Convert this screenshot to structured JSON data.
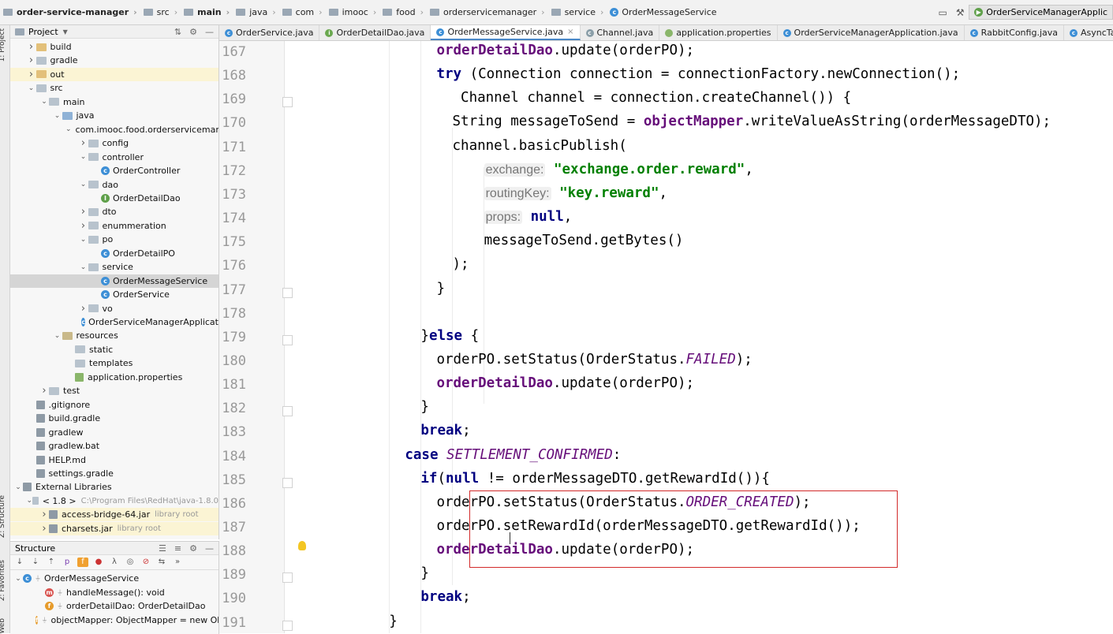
{
  "breadcrumb": [
    {
      "label": "order-service-manager",
      "kind": "project"
    },
    {
      "label": "src",
      "kind": "folder"
    },
    {
      "label": "main",
      "kind": "folder"
    },
    {
      "label": "java",
      "kind": "folder"
    },
    {
      "label": "com",
      "kind": "folder"
    },
    {
      "label": "imooc",
      "kind": "folder"
    },
    {
      "label": "food",
      "kind": "folder"
    },
    {
      "label": "orderservicemanager",
      "kind": "folder"
    },
    {
      "label": "service",
      "kind": "folder"
    },
    {
      "label": "OrderMessageService",
      "kind": "class"
    }
  ],
  "run_config": {
    "label": "OrderServiceManagerApplic"
  },
  "left_strip": {
    "project": "1: Project",
    "structure": "Z: Structure",
    "favorites": "2: Favorites",
    "web": "Web"
  },
  "project_panel": {
    "title": "Project",
    "tree": [
      {
        "label": "build",
        "depth": 1,
        "arrow": "right",
        "icon": "folder-out"
      },
      {
        "label": "gradle",
        "depth": 1,
        "arrow": "right",
        "icon": "folder"
      },
      {
        "label": "out",
        "depth": 1,
        "arrow": "right",
        "icon": "folder-out",
        "highlight": true
      },
      {
        "label": "src",
        "depth": 1,
        "arrow": "down",
        "icon": "folder"
      },
      {
        "label": "main",
        "depth": 2,
        "arrow": "down",
        "icon": "folder"
      },
      {
        "label": "java",
        "depth": 3,
        "arrow": "down",
        "icon": "folder-src"
      },
      {
        "label": "com.imooc.food.orderserviceman",
        "depth": 4,
        "arrow": "down",
        "icon": "folder"
      },
      {
        "label": "config",
        "depth": 5,
        "arrow": "right",
        "icon": "folder"
      },
      {
        "label": "controller",
        "depth": 5,
        "arrow": "down",
        "icon": "folder"
      },
      {
        "label": "OrderController",
        "depth": 6,
        "arrow": "",
        "icon": "class"
      },
      {
        "label": "dao",
        "depth": 5,
        "arrow": "down",
        "icon": "folder"
      },
      {
        "label": "OrderDetailDao",
        "depth": 6,
        "arrow": "",
        "icon": "interface"
      },
      {
        "label": "dto",
        "depth": 5,
        "arrow": "right",
        "icon": "folder"
      },
      {
        "label": "enummeration",
        "depth": 5,
        "arrow": "right",
        "icon": "folder"
      },
      {
        "label": "po",
        "depth": 5,
        "arrow": "down",
        "icon": "folder"
      },
      {
        "label": "OrderDetailPO",
        "depth": 6,
        "arrow": "",
        "icon": "class"
      },
      {
        "label": "service",
        "depth": 5,
        "arrow": "down",
        "icon": "folder"
      },
      {
        "label": "OrderMessageService",
        "depth": 6,
        "arrow": "",
        "icon": "class",
        "selected": true
      },
      {
        "label": "OrderService",
        "depth": 6,
        "arrow": "",
        "icon": "class"
      },
      {
        "label": "vo",
        "depth": 5,
        "arrow": "right",
        "icon": "folder"
      },
      {
        "label": "OrderServiceManagerApplicat",
        "depth": 5,
        "arrow": "",
        "icon": "class"
      },
      {
        "label": "resources",
        "depth": 3,
        "arrow": "down",
        "icon": "folder-res"
      },
      {
        "label": "static",
        "depth": 4,
        "arrow": "",
        "icon": "folder"
      },
      {
        "label": "templates",
        "depth": 4,
        "arrow": "",
        "icon": "folder"
      },
      {
        "label": "application.properties",
        "depth": 4,
        "arrow": "",
        "icon": "properties"
      },
      {
        "label": "test",
        "depth": 2,
        "arrow": "right",
        "icon": "folder"
      },
      {
        "label": ".gitignore",
        "depth": 1,
        "arrow": "",
        "icon": "file"
      },
      {
        "label": "build.gradle",
        "depth": 1,
        "arrow": "",
        "icon": "gradle"
      },
      {
        "label": "gradlew",
        "depth": 1,
        "arrow": "",
        "icon": "file"
      },
      {
        "label": "gradlew.bat",
        "depth": 1,
        "arrow": "",
        "icon": "file"
      },
      {
        "label": "HELP.md",
        "depth": 1,
        "arrow": "",
        "icon": "file"
      },
      {
        "label": "settings.gradle",
        "depth": 1,
        "arrow": "",
        "icon": "gradle"
      },
      {
        "label": "External Libraries",
        "depth": 0,
        "arrow": "down",
        "icon": "library"
      },
      {
        "label": "< 1.8 >",
        "depth": 1,
        "arrow": "down",
        "icon": "folder",
        "note": "C:\\Program Files\\RedHat\\java-1.8.0"
      },
      {
        "label": "access-bridge-64.jar",
        "depth": 2,
        "arrow": "right",
        "icon": "jar",
        "note": "library root",
        "highlight": true
      },
      {
        "label": "charsets.jar",
        "depth": 2,
        "arrow": "right",
        "icon": "jar",
        "note": "library root",
        "highlight": true
      }
    ]
  },
  "structure_panel": {
    "title": "Structure",
    "items": [
      {
        "label": "OrderMessageService",
        "badge": "c",
        "arrow": "down",
        "depth": 0
      },
      {
        "label": "handleMessage(): void",
        "badge": "m",
        "arrow": "",
        "depth": 1
      },
      {
        "label": "orderDetailDao: OrderDetailDao",
        "badge": "f",
        "arrow": "",
        "depth": 1
      },
      {
        "label": "objectMapper: ObjectMapper = new Obj",
        "badge": "f",
        "arrow": "",
        "depth": 1
      }
    ]
  },
  "tabs": [
    {
      "label": "OrderService.java",
      "icon": "c"
    },
    {
      "label": "OrderDetailDao.java",
      "icon": "i"
    },
    {
      "label": "OrderMessageService.java",
      "icon": "c",
      "active": true
    },
    {
      "label": "Channel.java",
      "icon": "ch"
    },
    {
      "label": "application.properties",
      "icon": "p"
    },
    {
      "label": "OrderServiceManagerApplication.java",
      "icon": "c"
    },
    {
      "label": "RabbitConfig.java",
      "icon": "c"
    },
    {
      "label": "AsyncTaskConfig",
      "icon": "c"
    }
  ],
  "editor": {
    "lines": [
      {
        "n": "167",
        "indent": 9,
        "tokens": [
          [
            "fld",
            "orderDetailDao"
          ],
          [
            "p",
            ".update(orderPO);"
          ]
        ]
      },
      {
        "n": "168",
        "indent": 9,
        "tokens": [
          [
            "kw",
            "try"
          ],
          [
            "p",
            " (Connection connection = connectionFactory.newConnection();"
          ]
        ]
      },
      {
        "n": "169",
        "indent": 10,
        "fold": true,
        "tokens": [
          [
            "p",
            " Channel channel = connection.createChannel()) {"
          ]
        ]
      },
      {
        "n": "170",
        "indent": 10,
        "tokens": [
          [
            "p",
            "String messageToSend = "
          ],
          [
            "fld",
            "objectMapper"
          ],
          [
            "p",
            ".writeValueAsString(orderMessageDTO);"
          ]
        ]
      },
      {
        "n": "171",
        "indent": 10,
        "tokens": [
          [
            "p",
            "channel.basicPublish("
          ]
        ]
      },
      {
        "n": "172",
        "indent": 12,
        "tokens": [
          [
            "hint",
            "exchange:"
          ],
          [
            "p",
            " "
          ],
          [
            "str",
            "\"exchange.order.reward\""
          ],
          [
            "p",
            ","
          ]
        ]
      },
      {
        "n": "173",
        "indent": 12,
        "tokens": [
          [
            "hint",
            "routingKey:"
          ],
          [
            "p",
            " "
          ],
          [
            "str",
            "\"key.reward\""
          ],
          [
            "p",
            ","
          ]
        ]
      },
      {
        "n": "174",
        "indent": 12,
        "tokens": [
          [
            "hint",
            "props:"
          ],
          [
            "p",
            " "
          ],
          [
            "kw",
            "null"
          ],
          [
            "p",
            ","
          ]
        ]
      },
      {
        "n": "175",
        "indent": 12,
        "tokens": [
          [
            "p",
            "messageToSend.getBytes()"
          ]
        ]
      },
      {
        "n": "176",
        "indent": 10,
        "tokens": [
          [
            "p",
            ");"
          ]
        ]
      },
      {
        "n": "177",
        "indent": 9,
        "fold": true,
        "tokens": [
          [
            "p",
            "}"
          ]
        ]
      },
      {
        "n": "178",
        "indent": 0,
        "tokens": []
      },
      {
        "n": "179",
        "indent": 8,
        "fold": true,
        "tokens": [
          [
            "p",
            "}"
          ],
          [
            "kw",
            "else"
          ],
          [
            "p",
            " {"
          ]
        ]
      },
      {
        "n": "180",
        "indent": 9,
        "tokens": [
          [
            "p",
            "orderPO.setStatus(OrderStatus."
          ],
          [
            "cst",
            "FAILED"
          ],
          [
            "p",
            ");"
          ]
        ]
      },
      {
        "n": "181",
        "indent": 9,
        "tokens": [
          [
            "fld",
            "orderDetailDao"
          ],
          [
            "p",
            ".update(orderPO);"
          ]
        ]
      },
      {
        "n": "182",
        "indent": 8,
        "fold": true,
        "tokens": [
          [
            "p",
            "}"
          ]
        ]
      },
      {
        "n": "183",
        "indent": 8,
        "tokens": [
          [
            "kw",
            "break"
          ],
          [
            "p",
            ";"
          ]
        ]
      },
      {
        "n": "184",
        "indent": 7,
        "tokens": [
          [
            "kw",
            "case"
          ],
          [
            "p",
            " "
          ],
          [
            "cst",
            "SETTLEMENT_CONFIRMED"
          ],
          [
            "p",
            ":"
          ]
        ]
      },
      {
        "n": "185",
        "indent": 8,
        "fold": true,
        "tokens": [
          [
            "kw",
            "if"
          ],
          [
            "p",
            "("
          ],
          [
            "kw",
            "null"
          ],
          [
            "p",
            " != orderMessageDTO.getRewardId()){"
          ]
        ]
      },
      {
        "n": "186",
        "indent": 9,
        "tokens": [
          [
            "p",
            "orderPO.setStatus(OrderStatus."
          ],
          [
            "cst",
            "ORDER_CREATED"
          ],
          [
            "p",
            ");"
          ]
        ]
      },
      {
        "n": "187",
        "indent": 9,
        "tokens": [
          [
            "p",
            "orderPO.setRewardId(orderMessageDTO.getRewardId());"
          ]
        ]
      },
      {
        "n": "188",
        "indent": 9,
        "tokens": [
          [
            "fld",
            "orderDetailDao"
          ],
          [
            "p",
            ".update(orderPO);"
          ]
        ]
      },
      {
        "n": "189",
        "indent": 8,
        "fold": true,
        "tokens": [
          [
            "p",
            "}"
          ]
        ]
      },
      {
        "n": "190",
        "indent": 8,
        "tokens": [
          [
            "kw",
            "break"
          ],
          [
            "p",
            ";"
          ]
        ]
      },
      {
        "n": "191",
        "indent": 6,
        "fold": true,
        "tokens": [
          [
            "p",
            "}"
          ]
        ]
      }
    ]
  }
}
